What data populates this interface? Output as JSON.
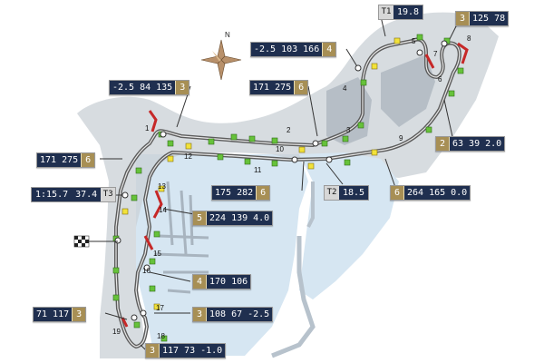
{
  "compass": {
    "label": "N"
  },
  "turn_numbers": [
    "1",
    "2",
    "3",
    "4",
    "5",
    "6",
    "7",
    "8",
    "9",
    "10",
    "11",
    "12",
    "13",
    "14",
    "15",
    "16",
    "17",
    "18",
    "19"
  ],
  "boxes": [
    {
      "gear": "3",
      "v1": "125",
      "v2": "78"
    },
    {
      "v1": "-2.5",
      "v2": "103",
      "v3": "166",
      "gear": "4"
    },
    {
      "v1": "-2.5",
      "v2": "84",
      "v3": "135",
      "gear": "3"
    },
    {
      "v1": "171",
      "v2": "275",
      "gear": "6"
    },
    {
      "v1": "171",
      "v2": "275",
      "gear": "6"
    },
    {
      "gear": "2",
      "v1": "63",
      "v2": "39",
      "v3": "2.0"
    },
    {
      "v1": "175",
      "v2": "282",
      "gear": "6"
    },
    {
      "gear": "6",
      "v1": "264",
      "v2": "165",
      "v3": "0.0"
    },
    {
      "gear": "5",
      "v1": "224",
      "v2": "139",
      "v3": "4.0"
    },
    {
      "gear": "4",
      "v1": "170",
      "v2": "106"
    },
    {
      "gear": "3",
      "v1": "108",
      "v2": "67",
      "v3": "-2.5"
    },
    {
      "v1": "71",
      "v2": "117",
      "gear": "3"
    },
    {
      "gear": "3",
      "v1": "117",
      "v2": "73",
      "v3": "-1.0"
    }
  ],
  "timing": {
    "t1": {
      "tag": "T1",
      "value": "19.8"
    },
    "t2": {
      "tag": "T2",
      "value": "18.5"
    },
    "t3": {
      "tag": "T3",
      "v1": "1:15.7",
      "v2": "37.4"
    }
  },
  "colors": {
    "track": "#666666",
    "water": "#d6e6f2",
    "land": "#c7cdd3",
    "marker_green": "#66c23a",
    "marker_yellow": "#f2e23a",
    "red_kerb": "#c62828"
  }
}
